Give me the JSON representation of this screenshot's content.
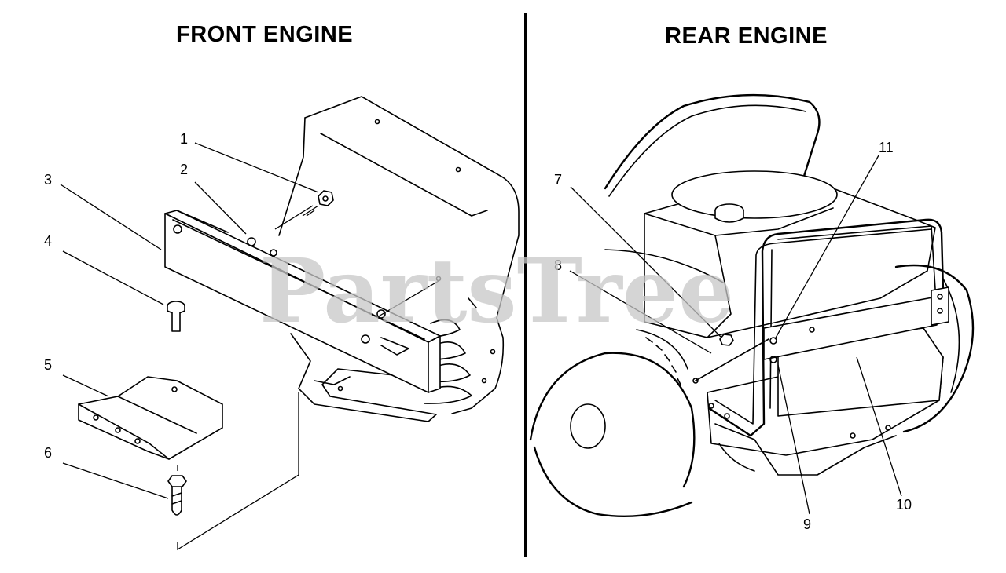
{
  "titles": {
    "front": "FRONT ENGINE",
    "rear": "REAR ENGINE"
  },
  "watermark": "PartsTree",
  "callouts": {
    "front": [
      "1",
      "2",
      "3",
      "4",
      "5",
      "6"
    ],
    "rear": [
      "7",
      "8",
      "9",
      "10",
      "11"
    ]
  },
  "colors": {
    "line": "#000000",
    "background": "#ffffff",
    "watermark": "#c8c8c8"
  }
}
